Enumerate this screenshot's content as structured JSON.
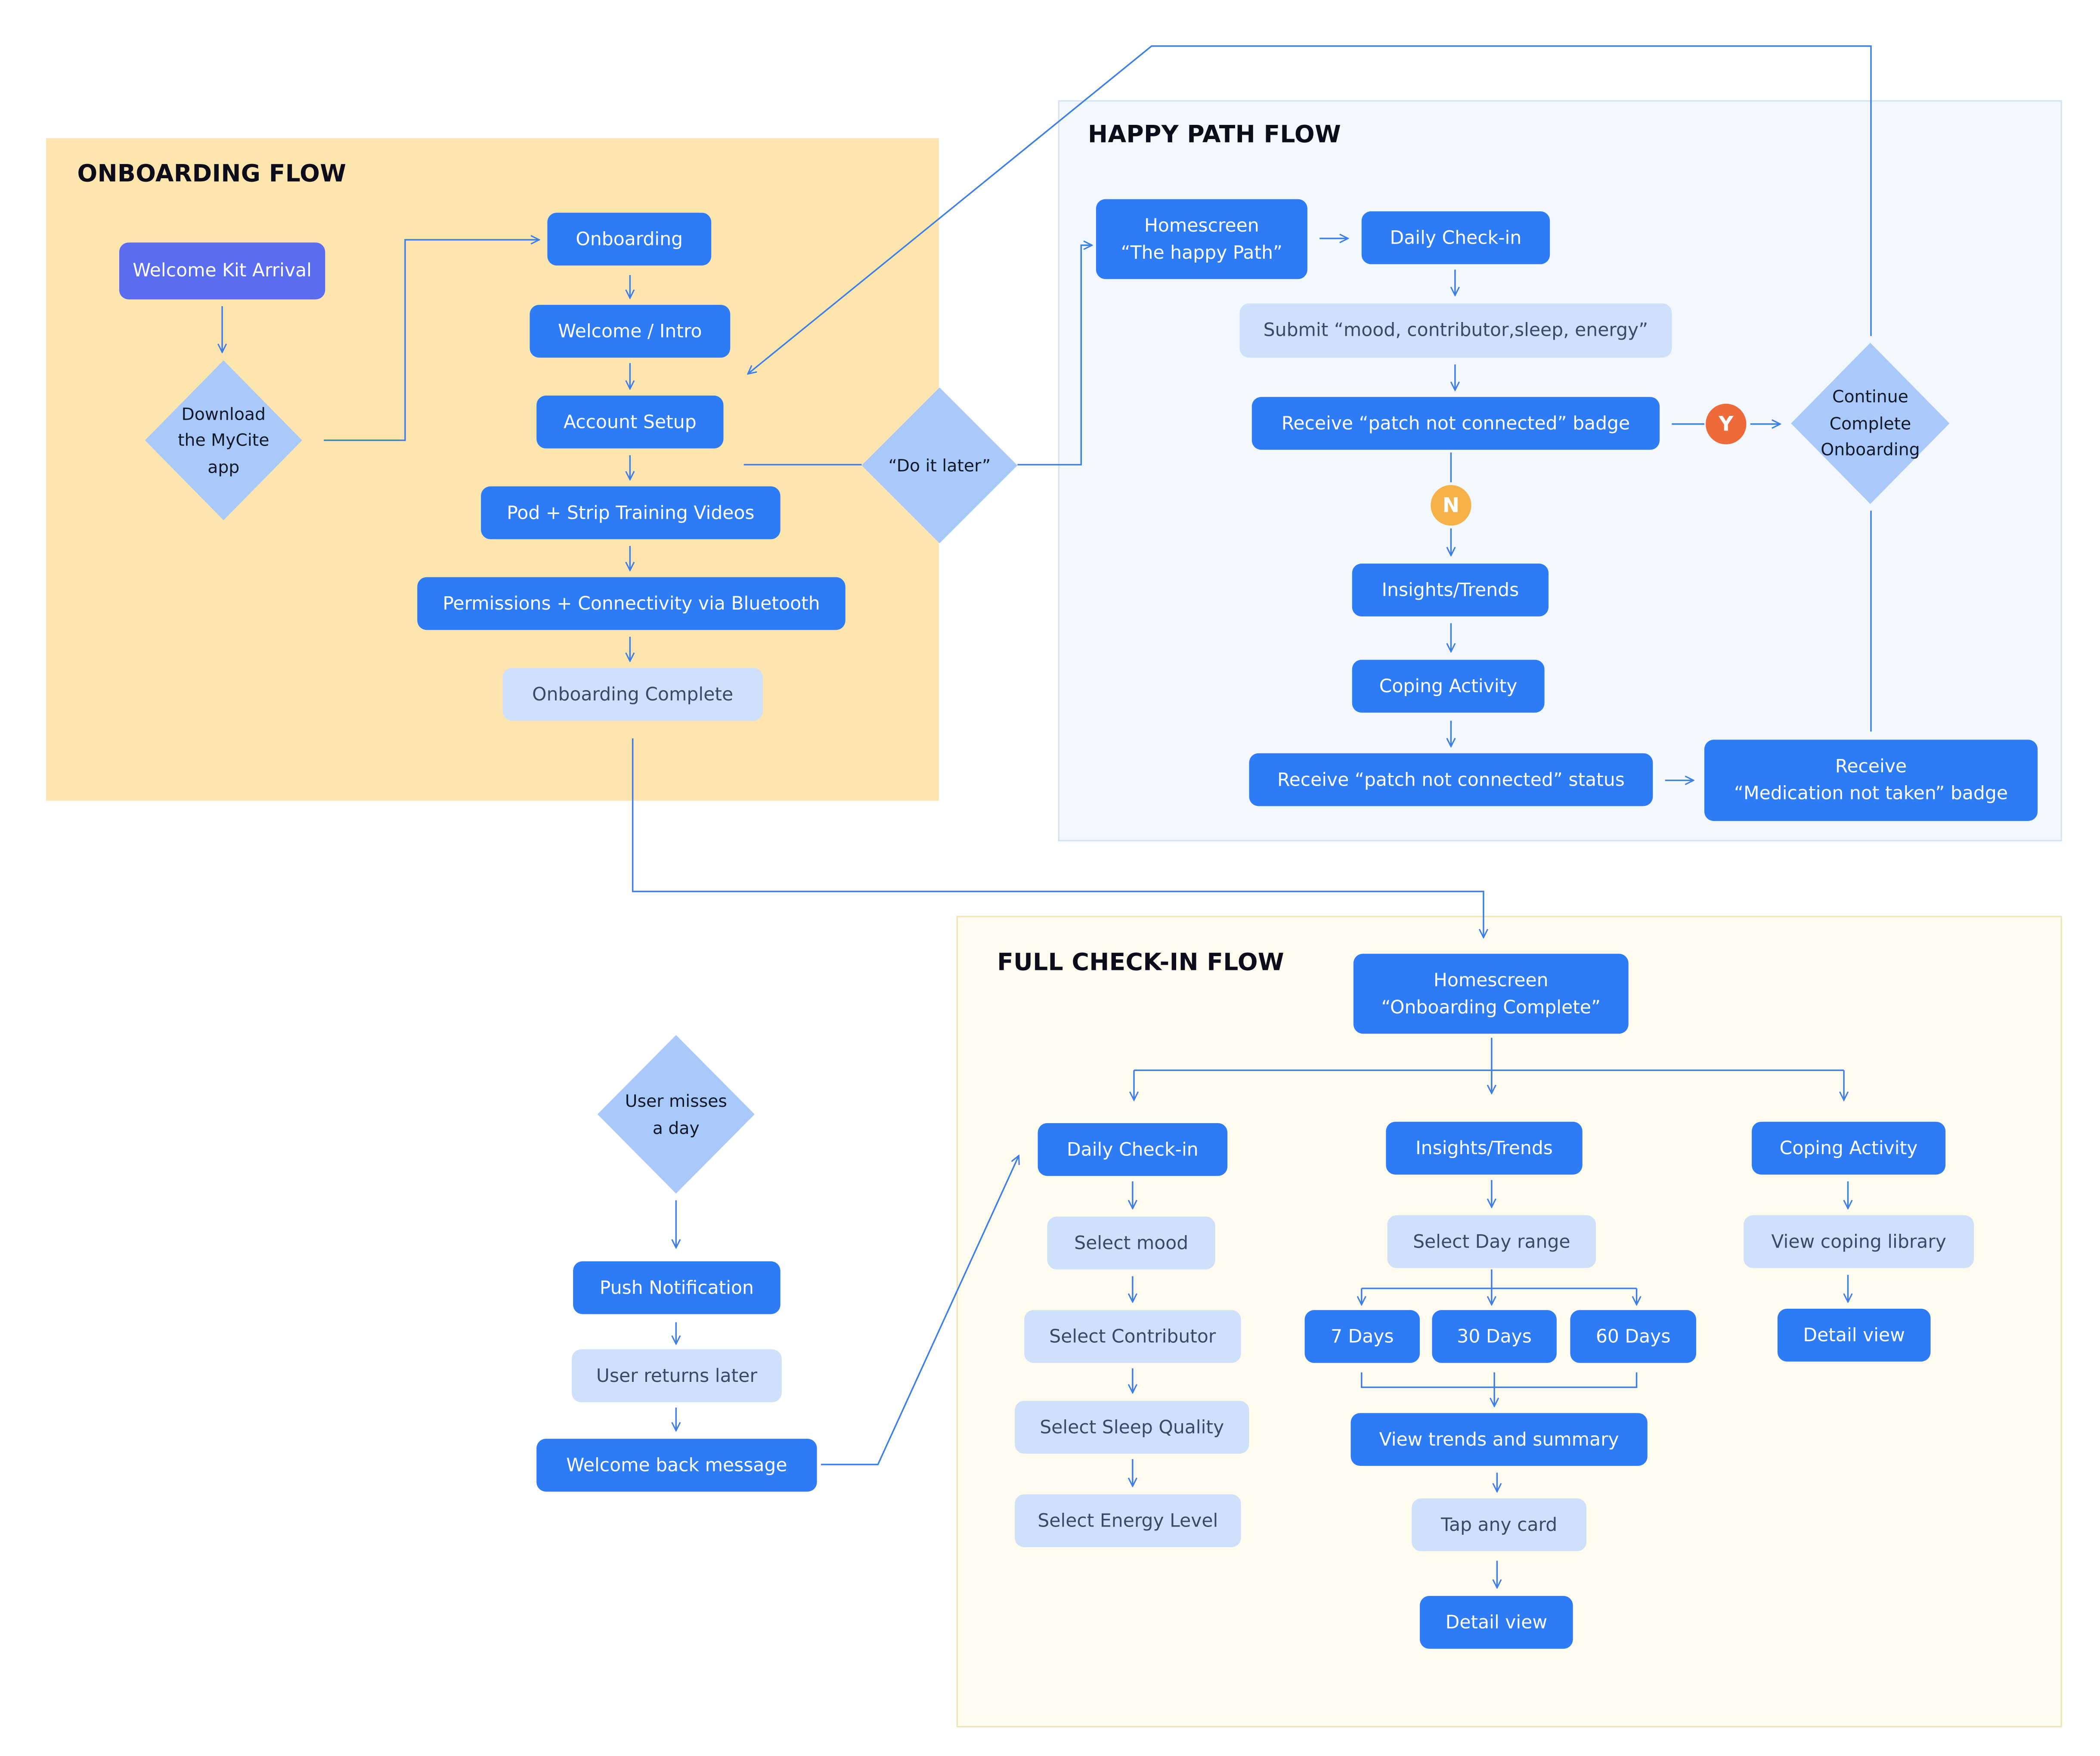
{
  "colors": {
    "primary": "#2e7bf6",
    "light": "#cfe0fb",
    "purple": "#5a6cf0",
    "diamond": "#a9c9fa",
    "connector": "#3d7fe6",
    "onboarding_bg": "#fde5b0",
    "happy_bg": "#f3f8fe",
    "full_bg": "#fffbef",
    "yes_badge": "#ef6a3a",
    "no_badge": "#f6b24a"
  },
  "onboarding": {
    "title": "ONBOARDING FLOW",
    "welcome_kit": "Welcome Kit Arrival",
    "download_app": "Download\nthe MyCite\napp",
    "onboarding": "Onboarding",
    "welcome_intro": "Welcome / Intro",
    "account_setup": "Account Setup",
    "training_videos": "Pod + Strip Training Videos",
    "permissions": "Permissions + Connectivity via Bluetooth",
    "complete": "Onboarding Complete",
    "do_it_later": "“Do it later”"
  },
  "happy": {
    "title": "HAPPY PATH FLOW",
    "homescreen": "Homescreen\n“The happy Path”",
    "daily_checkin": "Daily Check-in",
    "submit": "Submit “mood, contributor,sleep, energy”",
    "patch_badge": "Receive “patch not connected”  badge",
    "yes": "Y",
    "no": "N",
    "continue_onboarding": "Continue\nComplete\nOnboarding",
    "insights": "Insights/Trends",
    "coping": "Coping Activity",
    "patch_status": "Receive “patch not connected”  status",
    "medication": "Receive\n“Medication not taken”  badge"
  },
  "missed": {
    "user_misses": "User misses\na day",
    "push": "Push Notification",
    "returns": "User returns later",
    "welcome_back": "Welcome back message"
  },
  "full": {
    "title": "FULL CHECK-IN FLOW",
    "homescreen": "Homescreen\n“Onboarding Complete”",
    "daily_checkin": "Daily Check-in",
    "select_mood": "Select mood",
    "select_contributor": "Select Contributor",
    "select_sleep": "Select Sleep Quality",
    "select_energy": "Select Energy Level",
    "insights": "Insights/Trends",
    "select_range": "Select Day range",
    "days_7": "7 Days",
    "days_30": "30 Days",
    "days_60": "60 Days",
    "view_trends": "View trends and summary",
    "tap_card": "Tap any card",
    "detail_insights": "Detail view",
    "coping": "Coping Activity",
    "coping_library": "View coping library",
    "detail_coping": "Detail view"
  }
}
